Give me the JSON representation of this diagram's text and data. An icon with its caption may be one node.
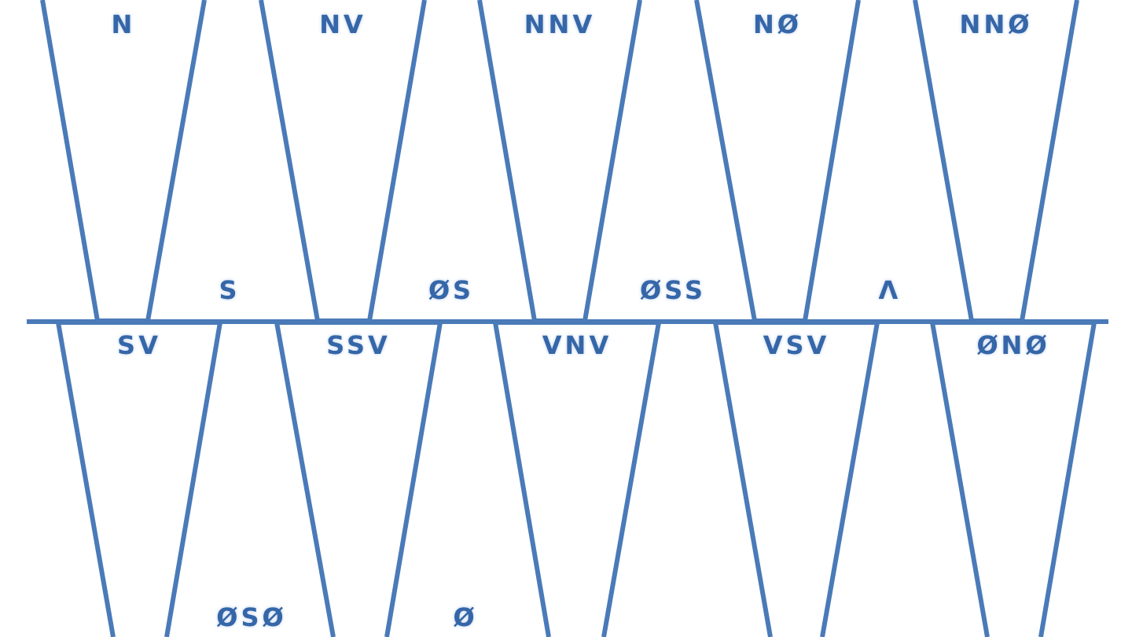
{
  "diagram": {
    "nodes": [
      {
        "text": [
          "N"
        ]
      },
      {
        "text": [
          "NV"
        ]
      },
      {
        "text": [
          "NNV"
        ]
      },
      {
        "text": [
          "NØ"
        ]
      },
      {
        "text": [
          "NNØ"
        ]
      },
      {
        "text": [
          "SV"
        ]
      },
      {
        "text": [
          "SSV"
        ]
      },
      {
        "text": [
          "VNV"
        ]
      },
      {
        "text": [
          "VSV"
        ]
      },
      {
        "text": [
          "ØNØ"
        ]
      }
    ],
    "labels": [
      "S",
      "ØS",
      "ØSS",
      "Λ",
      "ØSØ",
      "Ø"
    ]
  }
}
